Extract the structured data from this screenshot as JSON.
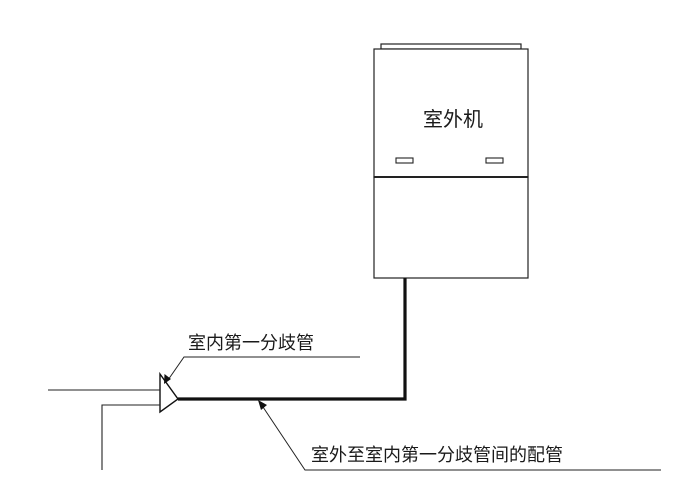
{
  "labels": {
    "outdoor_unit": "室外机",
    "first_branch_pipe": "室内第一分歧管",
    "connecting_pipe": "室外至室内第一分歧管间的配管"
  }
}
